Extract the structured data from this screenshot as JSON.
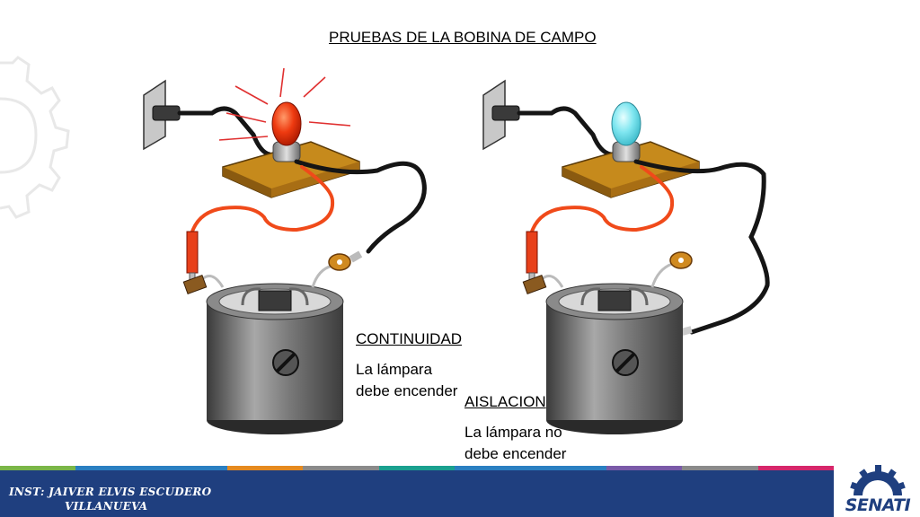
{
  "title": "PRUEBAS DE LA BOBINA DE CAMPO",
  "tests": [
    {
      "heading": "CONTINUIDAD",
      "line1": "La lámpara",
      "line2": "debe encender"
    },
    {
      "heading": "AISLACION",
      "line1": "La lámpara no",
      "line2": "debe encender"
    }
  ],
  "footer": {
    "instructor_line1": "Inst: Jaiver Elvis Escudero",
    "instructor_line2": "Villanueva",
    "logo_text": "SENATI"
  },
  "colors": {
    "footer_blue": "#1f3f7f",
    "lamp_on": "#e8401a",
    "lamp_off": "#7fe6f0",
    "red_wire": "#f04a1a",
    "black_wire": "#151515",
    "board": "#c68a1c",
    "coil_body": "#6a6a6a",
    "stripe": [
      "#7ab648",
      "#2a7fc1",
      "#2a7fc1",
      "#e58a1f",
      "#8a8a8a",
      "#1aa08f",
      "#2a7fc1",
      "#2a7fc1",
      "#7a5aa8",
      "#8a8a8a",
      "#d6266a"
    ]
  }
}
